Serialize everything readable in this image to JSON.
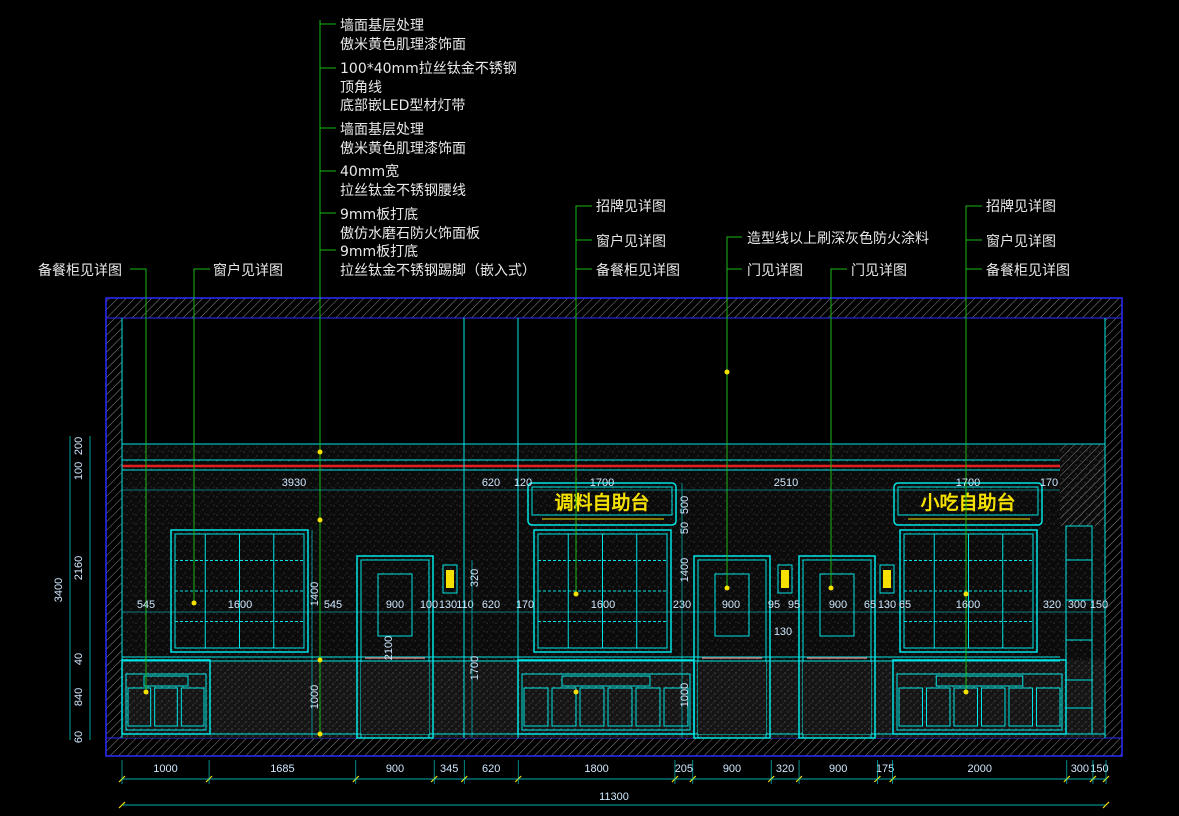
{
  "notes_center": [
    "墙面基层处理",
    "傲米黄色肌理漆饰面",
    "100*40mm拉丝钛金不锈钢",
    "顶角线",
    "底部嵌LED型材灯带",
    "墙面基层处理",
    "傲米黄色肌理漆饰面",
    "40mm宽",
    "拉丝钛金不锈钢腰线",
    "9mm板打底",
    "傲仿水磨石防火饰面板",
    "9mm板打底",
    "拉丝钛金不锈钢踢脚（嵌入式）"
  ],
  "callouts": {
    "cabinet_left": "备餐柜见详图",
    "window_left": "窗户见详图",
    "sign_mid": "招牌见详图",
    "window_mid": "窗户见详图",
    "cabinet_mid": "备餐柜见详图",
    "paint_note": "造型线以上刷深灰色防火涂料",
    "door_a": "门见详图",
    "door_b": "门见详图",
    "sign_right": "招牌见详图",
    "window_right": "窗户见详图",
    "cabinet_right": "备餐柜见详图"
  },
  "signs": {
    "left": "调料自助台",
    "right": "小吃自助台"
  },
  "dims_bottom": [
    "1000",
    "1685",
    "900",
    "345",
    "620",
    "1800",
    "205",
    "900",
    "320",
    "900",
    "175",
    "2000",
    "300",
    "150"
  ],
  "dim_total": "11300",
  "dims_left": [
    "100",
    "200",
    "2160",
    "3400",
    "40",
    "840",
    "60"
  ],
  "dims_inner": {
    "d3930": "3930",
    "d620a": "620",
    "d120": "120",
    "d1700a": "1700",
    "d2510": "2510",
    "d1700b": "1700",
    "d170a": "170",
    "d545a": "545",
    "d1600a": "1600",
    "d1400a": "1400",
    "d545b": "545",
    "d900a": "900",
    "d100": "100",
    "d130a": "130",
    "d110": "110",
    "d620b": "620",
    "d170b": "170",
    "d1600b": "1600",
    "d230": "230",
    "d900b": "900",
    "d95a": "95",
    "d95b": "95",
    "d900c": "900",
    "d65a": "65",
    "d130b": "130",
    "d65b": "65",
    "d1600c": "1600",
    "d320a": "320",
    "d300": "300",
    "d150": "150",
    "d130c": "130",
    "d320v": "320",
    "d500v": "500",
    "d50v": "50",
    "d1400v": "1400",
    "d1700v": "1700",
    "d1000v": "1000",
    "d2100v": "2100",
    "d1000v2": "1000"
  },
  "colors": {
    "line_cyan": "#00e5e5",
    "leader_green": "#18b818",
    "frame_blue": "#2a2aff",
    "sign_yellow": "#f5e100",
    "led_red": "#e02020"
  }
}
